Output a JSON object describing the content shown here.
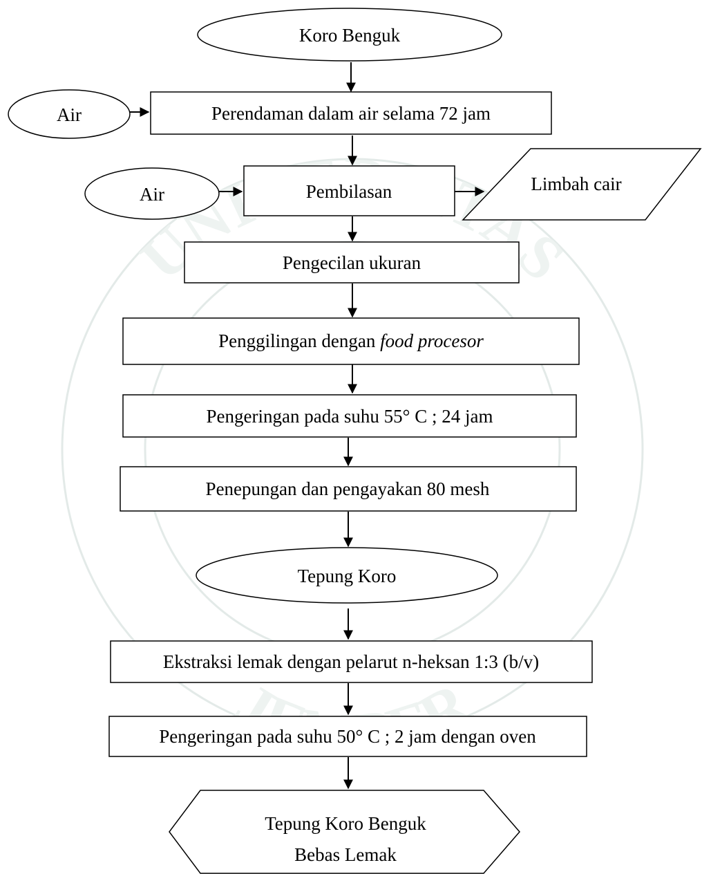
{
  "diagram": {
    "start": "Koro Benguk",
    "input_air_1": "Air",
    "step_soaking": "Perendaman dalam air selama 72 jam",
    "input_air_2": "Air",
    "step_rinsing": "Pembilasan",
    "output_waste": "Limbah cair",
    "step_size_reduction": "Pengecilan ukuran",
    "step_grinding_prefix": "Penggilingan dengan ",
    "step_grinding_italic": "food procesor",
    "step_drying_1": "Pengeringan pada suhu 55° C ; 24 jam",
    "step_milling": "Penepungan dan pengayakan 80 mesh",
    "intermediate": "Tepung Koro",
    "step_extraction": "Ekstraksi lemak dengan pelarut n-heksan 1:3 (b/v)",
    "step_drying_2": "Pengeringan pada suhu 50° C ; 2 jam dengan oven",
    "final_line_1": "Tepung Koro Benguk",
    "final_line_2": "Bebas Lemak"
  },
  "watermark": {
    "arc_top": "UNIVERSITAS",
    "arc_bottom": "JEMBER"
  }
}
